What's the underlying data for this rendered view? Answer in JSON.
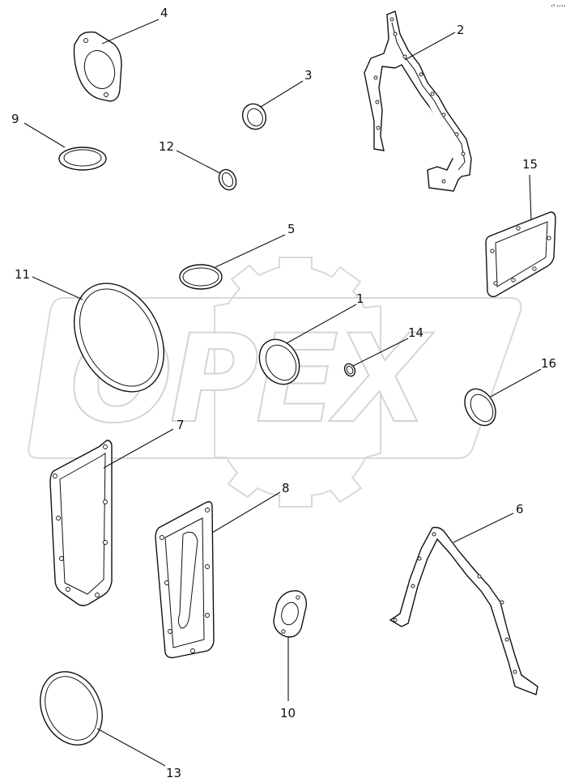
{
  "watermark": {
    "text": "OPEX"
  },
  "corner_code": "•º ••••",
  "callouts": [
    {
      "id": "c1",
      "label": "1"
    },
    {
      "id": "c2",
      "label": "2"
    },
    {
      "id": "c3",
      "label": "3"
    },
    {
      "id": "c4",
      "label": "4"
    },
    {
      "id": "c5",
      "label": "5"
    },
    {
      "id": "c6",
      "label": "6"
    },
    {
      "id": "c7",
      "label": "7"
    },
    {
      "id": "c8",
      "label": "8"
    },
    {
      "id": "c9",
      "label": "9"
    },
    {
      "id": "c10",
      "label": "10"
    },
    {
      "id": "c11",
      "label": "11"
    },
    {
      "id": "c12",
      "label": "12"
    },
    {
      "id": "c13",
      "label": "13"
    },
    {
      "id": "c14",
      "label": "14"
    },
    {
      "id": "c15",
      "label": "15"
    },
    {
      "id": "c16",
      "label": "16"
    }
  ]
}
